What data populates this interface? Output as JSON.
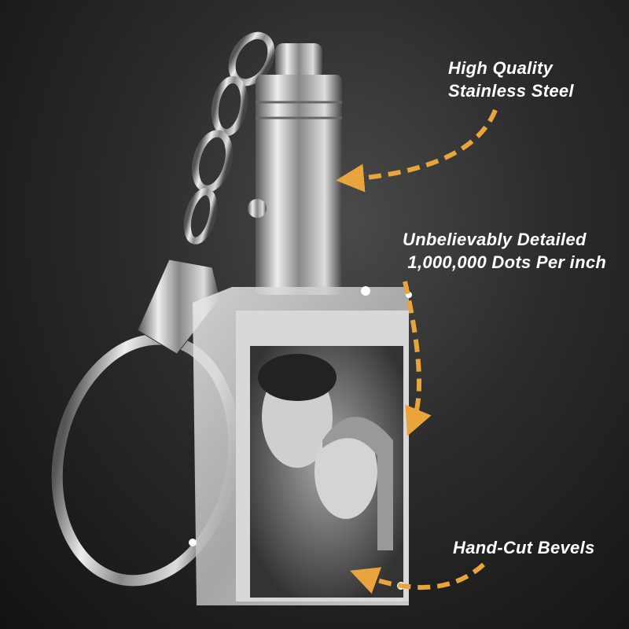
{
  "callouts": {
    "steel": {
      "line1": "High Quality",
      "line2": "Stainless Steel"
    },
    "detail": {
      "line1": "Unbelievably Detailed",
      "line2": " 1,000,000 Dots Per inch"
    },
    "bevels": {
      "line1": "Hand-Cut Bevels"
    }
  },
  "colors": {
    "arrow": "#e9a53c",
    "background": "#262626"
  }
}
